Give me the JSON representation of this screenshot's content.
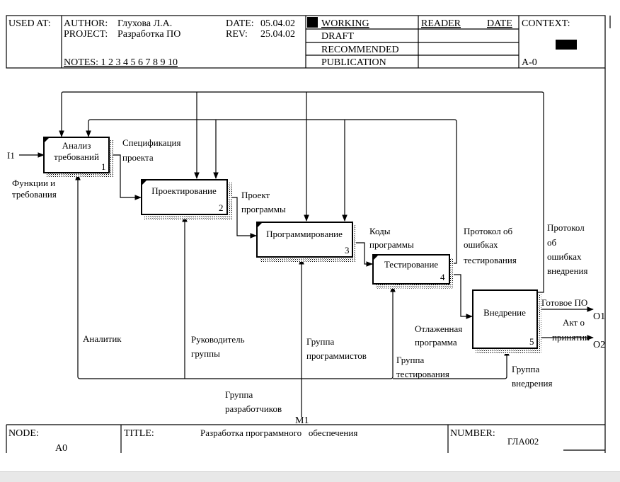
{
  "header": {
    "used_at": "USED AT:",
    "author_label": "AUTHOR:",
    "author": "Глухова Л.А.",
    "project_label": "PROJECT:",
    "project": "Разработка ПО",
    "date_label": "DATE:",
    "date": "05.04.02",
    "rev_label": "REV:",
    "rev": "25.04.02",
    "notes": "NOTES:  1  2  3  4  5  6  7  8  9  10",
    "status": [
      "WORKING",
      "DRAFT",
      "RECOMMENDED",
      "PUBLICATION"
    ],
    "reader": "READER",
    "reader_date": "DATE",
    "context": "CONTEXT:",
    "context_node": "A-0"
  },
  "boxes": [
    {
      "lines": [
        "Анализ",
        "требований"
      ],
      "num": "1"
    },
    {
      "lines": [
        "Проектирование"
      ],
      "num": "2"
    },
    {
      "lines": [
        "Программирование"
      ],
      "num": "3"
    },
    {
      "lines": [
        "Тестирование"
      ],
      "num": "4"
    },
    {
      "lines": [
        "Внедрение"
      ],
      "num": "5"
    }
  ],
  "labels": {
    "input": "I1",
    "input_name": [
      "Функции и",
      "требования"
    ],
    "spec": [
      "Спецификация",
      "проекта"
    ],
    "project": [
      "Проект",
      "программы"
    ],
    "codes": [
      "Коды",
      "программы"
    ],
    "test_log": [
      "Протокол об",
      "ошибках",
      "тестирования"
    ],
    "deploy_log": [
      "Протокол",
      "об",
      "ошибках",
      "внедрения"
    ],
    "ready": "Готовое ПО",
    "o1": "O1",
    "act": [
      "Акт о",
      "принятии"
    ],
    "o2": "O2",
    "debugged": [
      "Отлаженная",
      "программа"
    ],
    "analyst": "Аналитик",
    "lead": [
      "Руководитель",
      "группы"
    ],
    "programmers": [
      "Группа",
      "программистов"
    ],
    "testers": [
      "Группа",
      "тестирования"
    ],
    "deployers": [
      "Группа",
      "внедрения"
    ],
    "developers": [
      "Группа",
      "разработчиков"
    ],
    "m1": "M1"
  },
  "footer": {
    "node_label": "NODE:",
    "node": "A0",
    "title_label": "TITLE:",
    "title": "Разработка программного   обеспечения",
    "number_label": "NUMBER:",
    "number": "ГЛА002"
  }
}
